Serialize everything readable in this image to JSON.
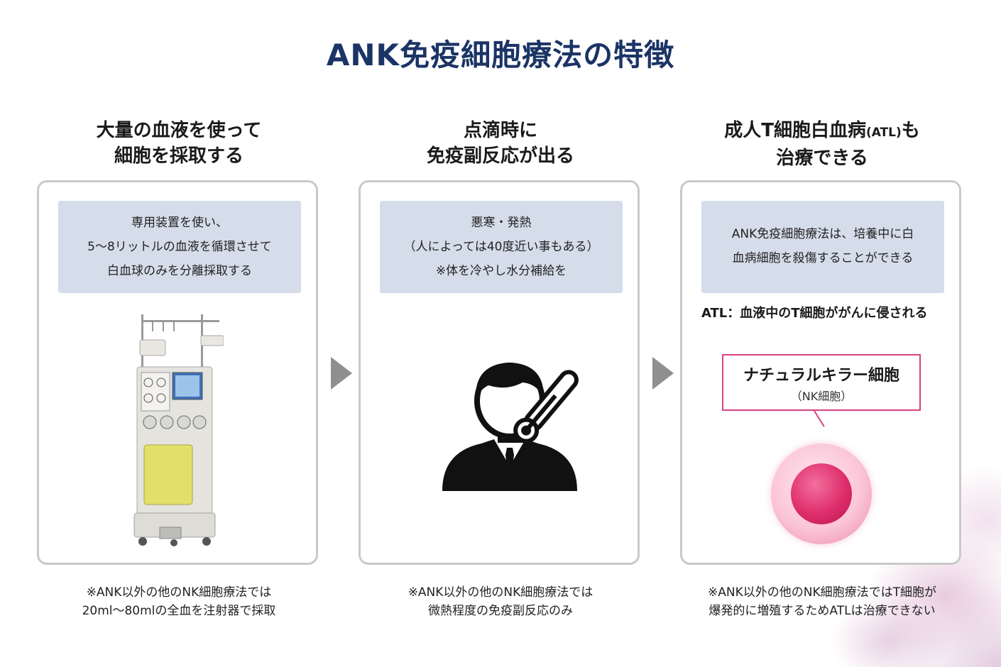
{
  "title": "ANK免疫細胞療法の特徴",
  "columns": [
    {
      "heading_lines": [
        "大量の血液を使って",
        "細胞を採取する"
      ],
      "info_lines": [
        "専用装置を使い、",
        "5〜8リットルの血液を循環させて",
        "白血球のみを分離採取する"
      ],
      "footnote_lines": [
        "※ANK以外の他のNK細胞療法では",
        "20ml〜80mlの全血を注射器で採取"
      ],
      "image": "apheresis-machine"
    },
    {
      "heading_lines": [
        "点滴時に",
        "免疫副反応が出る"
      ],
      "info_lines": [
        "悪寒・発熱",
        "（人によっては40度近い事もある）",
        "※体を冷やし水分補給を"
      ],
      "footnote_lines": [
        "※ANK以外の他のNK細胞療法では",
        "微熱程度の免疫副反応のみ"
      ],
      "image": "person-with-thermometer-icon"
    },
    {
      "heading_line1_main": "成人T細胞白血病",
      "heading_line1_small": "(ATL)",
      "heading_line1_tail": "も",
      "heading_line2": "治療できる",
      "info_lines": [
        "ANK免疫細胞療法は、培養中に白",
        "血病細胞を殺傷することができる"
      ],
      "atl_note": "ATL：血液中のT細胞ががんに侵される",
      "callout_name": "ナチュラルキラー細胞",
      "callout_sub": "（NK細胞）",
      "footnote_lines": [
        "※ANK以外の他のNK細胞療法ではT細胞が",
        "爆発的に増殖するためATLは治療できない"
      ],
      "image": "nk-cell"
    }
  ],
  "colors": {
    "title": "#1b3466",
    "info_bg": "#d5ddeb",
    "panel_border": "#c9c9c9",
    "arrow": "#8f8f8f",
    "callout_border": "#d9417f",
    "cell_nucleus": "#de2e6b"
  }
}
